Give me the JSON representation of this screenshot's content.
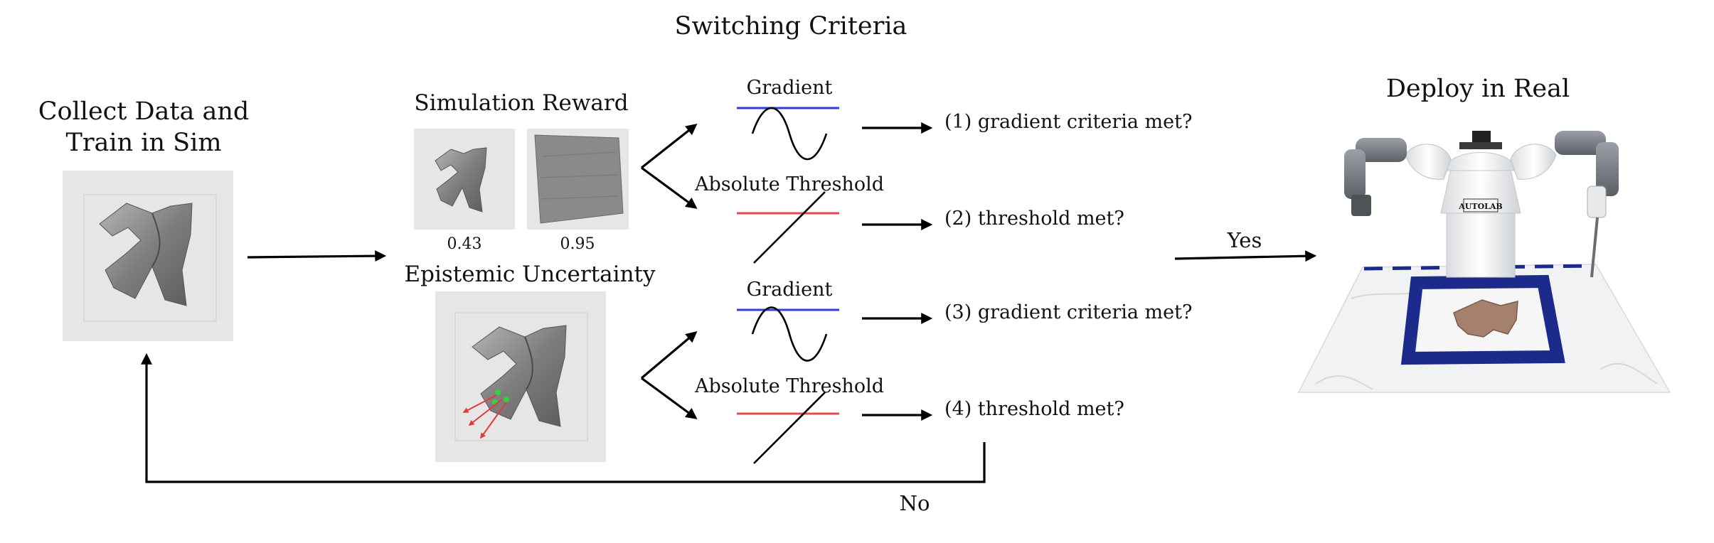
{
  "title": "Switching Criteria",
  "collect": {
    "line1": "Collect Data and",
    "line2": "Train in Sim"
  },
  "sim_reward": {
    "label": "Simulation Reward",
    "score_a": "0.43",
    "score_b": "0.95"
  },
  "uncertainty": {
    "label": "Epistemic Uncertainty"
  },
  "criteria": [
    {
      "name": "Gradient",
      "question": "(1) gradient criteria met?"
    },
    {
      "name": "Absolute Threshold",
      "question": "(2) threshold met?"
    },
    {
      "name": "Gradient",
      "question": "(3) gradient criteria met?"
    },
    {
      "name": "Absolute Threshold",
      "question": "(4) threshold met?"
    }
  ],
  "deploy": {
    "label": "Deploy in Real",
    "robot_logo": "AUTOLAB"
  },
  "yes_label": "Yes",
  "no_label": "No",
  "colors": {
    "gradient_line": "#2f3fd8",
    "threshold_line": "#e84a4a",
    "panel_bg": "#e6e6e6",
    "cloth": "#8f8f8f",
    "keypoint": "#34d23a",
    "uncertainty_arrow": "#e03a3a",
    "tape": "#1c2a8c"
  }
}
